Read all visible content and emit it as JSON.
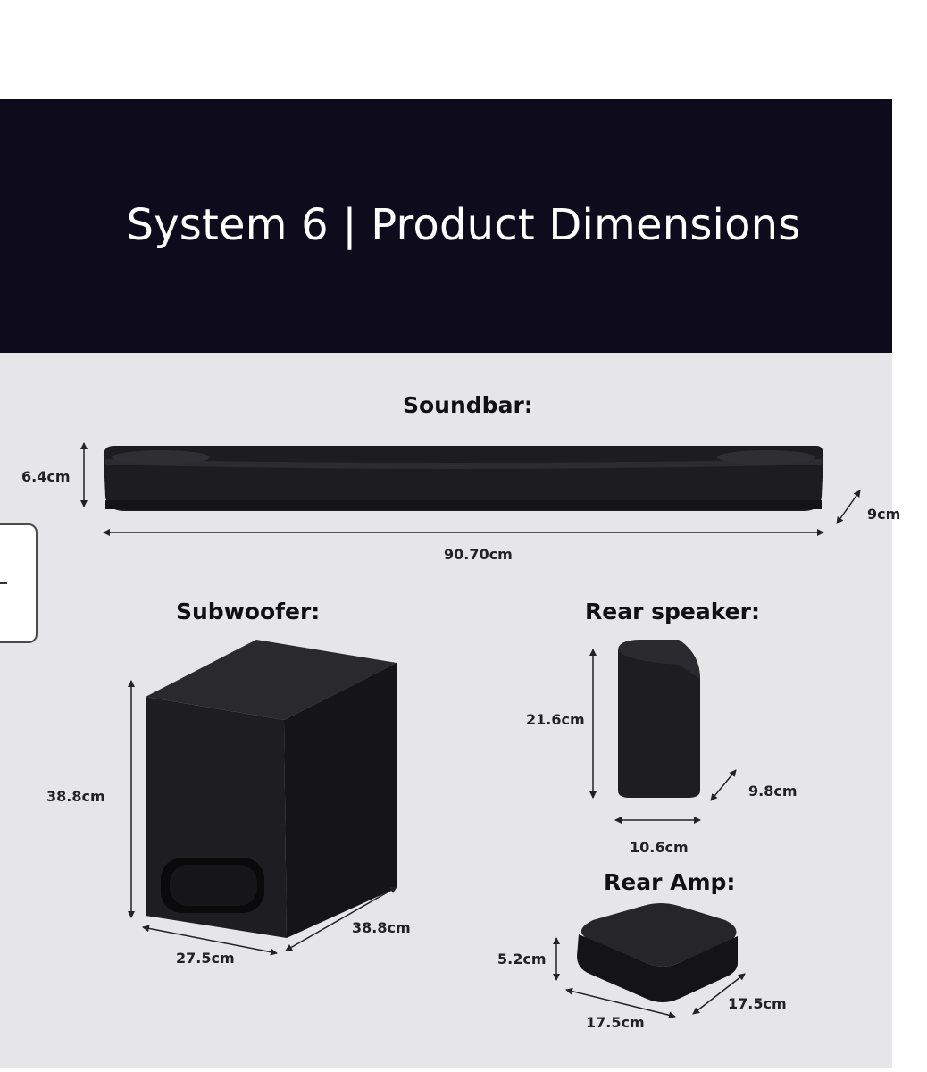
{
  "banner": {
    "title": "System 6 | Product Dimensions"
  },
  "soundbar": {
    "label": "Soundbar:",
    "height": "6.4cm",
    "width": "90.70cm",
    "depth": "9cm"
  },
  "subwoofer": {
    "label": "Subwoofer:",
    "height": "38.8cm",
    "width": "27.5cm",
    "depth": "38.8cm"
  },
  "rear_speaker": {
    "label": "Rear speaker:",
    "height": "21.6cm",
    "width": "10.6cm",
    "depth": "9.8cm"
  },
  "rear_amp": {
    "label": "Rear Amp:",
    "height": "5.2cm",
    "width": "17.5cm",
    "depth": "17.5cm"
  },
  "colors": {
    "banner_bg": "#0e0c1c",
    "panel_bg": "#e6e6e9",
    "product": "#1c1c1e"
  },
  "icons": {
    "side_tab": "collapse-tab-icon"
  }
}
